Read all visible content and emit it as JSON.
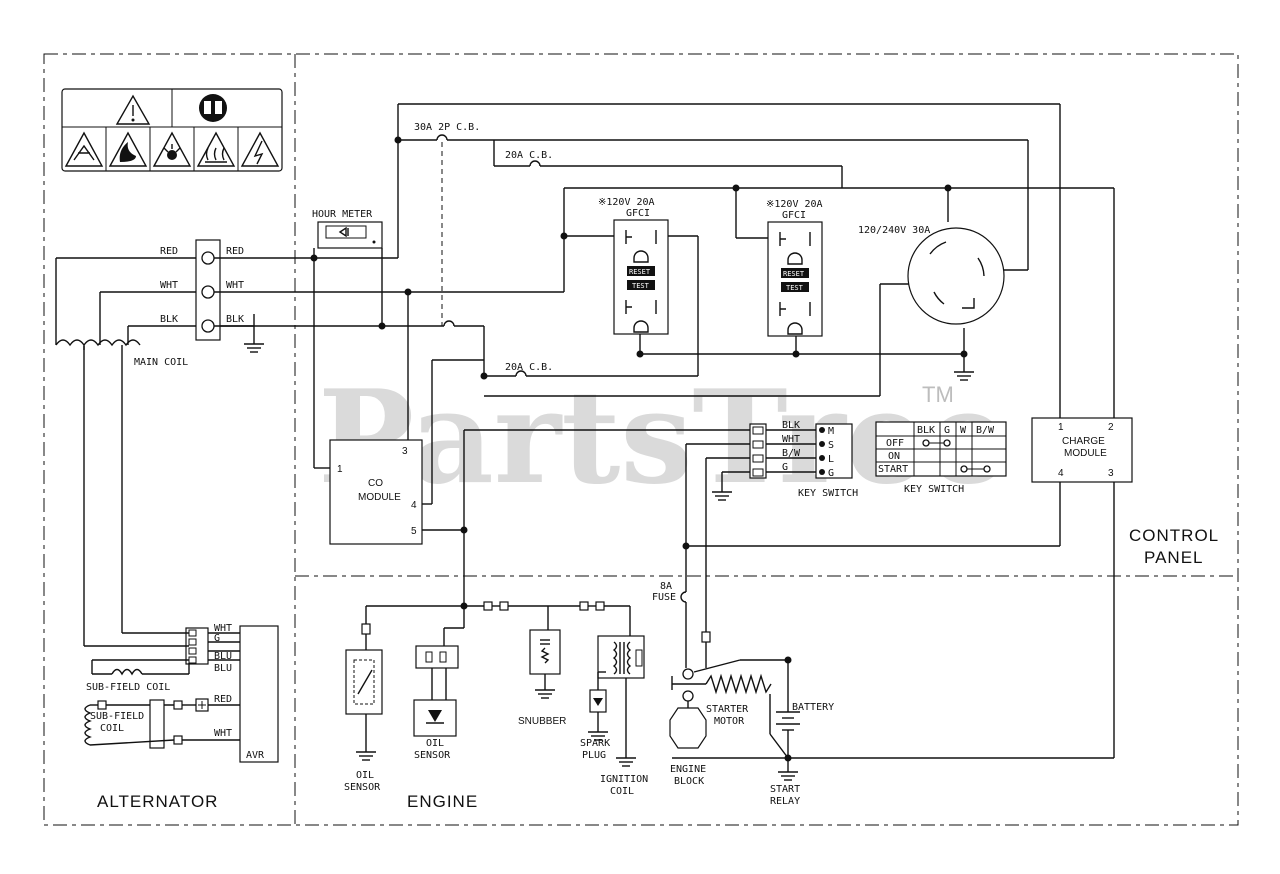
{
  "watermark": {
    "text": "PartsTree",
    "tm": "TM"
  },
  "sections": {
    "alternator": "ALTERNATOR",
    "engine": "ENGINE",
    "control_panel_line1": "CONTROL",
    "control_panel_line2": "PANEL"
  },
  "terminal_labels": {
    "left_red": "RED",
    "left_wht": "WHT",
    "left_blk": "BLK",
    "right_red": "RED",
    "right_wht": "WHT",
    "right_blk": "BLK"
  },
  "components": {
    "hour_meter": "HOUR METER",
    "main_coil": "MAIN COIL",
    "breaker_30a": "30A 2P C.B.",
    "breaker_20a_top": "20A C.B.",
    "breaker_20a_bottom": "20A C.B.",
    "gfci1_rating": "※120V 20A",
    "gfci1_type": "GFCI",
    "gfci2_rating": "※120V 20A",
    "gfci2_type": "GFCI",
    "gfci_reset": "RESET",
    "gfci_test": "TEST",
    "twistlock": "120/240V 30A",
    "co_module_line1": "CO",
    "co_module_line2": "MODULE",
    "co_pins": [
      "1",
      "3",
      "4",
      "5"
    ],
    "charge_module_line1": "CHARGE",
    "charge_module_line2": "MODULE",
    "charge_pins": [
      "1",
      "2",
      "3",
      "4"
    ],
    "key_switch_wires": [
      "BLK",
      "WHT",
      "B/W",
      "G"
    ],
    "key_switch_pins": [
      "M",
      "S",
      "L",
      "G"
    ],
    "key_switch_label": "KEY SWITCH",
    "key_table_label": "KEY SWITCH",
    "key_table_headers": [
      "BLK",
      "G",
      "W",
      "B/W"
    ],
    "key_table_rows": [
      "OFF",
      "ON",
      "START"
    ],
    "fuse_line1": "8A",
    "fuse_line2": "FUSE",
    "avr_wires": [
      "WHT",
      "G",
      "BLU",
      "BLU"
    ],
    "avr_label": "AVR",
    "sub_field_coil_1": "SUB-FIELD COIL",
    "sub_field_coil_2_line1": "SUB-FIELD",
    "sub_field_coil_2_line2": "COIL",
    "avr_red": "RED",
    "avr_wht": "WHT",
    "oil_sensor_1_line1": "OIL",
    "oil_sensor_1_line2": "SENSOR",
    "oil_sensor_2_line1": "OIL",
    "oil_sensor_2_line2": "SENSOR",
    "snubber": "SNUBBER",
    "spark_plug_line1": "SPARK",
    "spark_plug_line2": "PLUG",
    "ignition_coil_line1": "IGNITION",
    "ignition_coil_line2": "COIL",
    "starter_motor_line1": "STARTER",
    "starter_motor_line2": "MOTOR",
    "battery": "BATTERY",
    "engine_block_line1": "ENGINE",
    "engine_block_line2": "BLOCK",
    "start_relay_line1": "START",
    "start_relay_line2": "RELAY"
  }
}
